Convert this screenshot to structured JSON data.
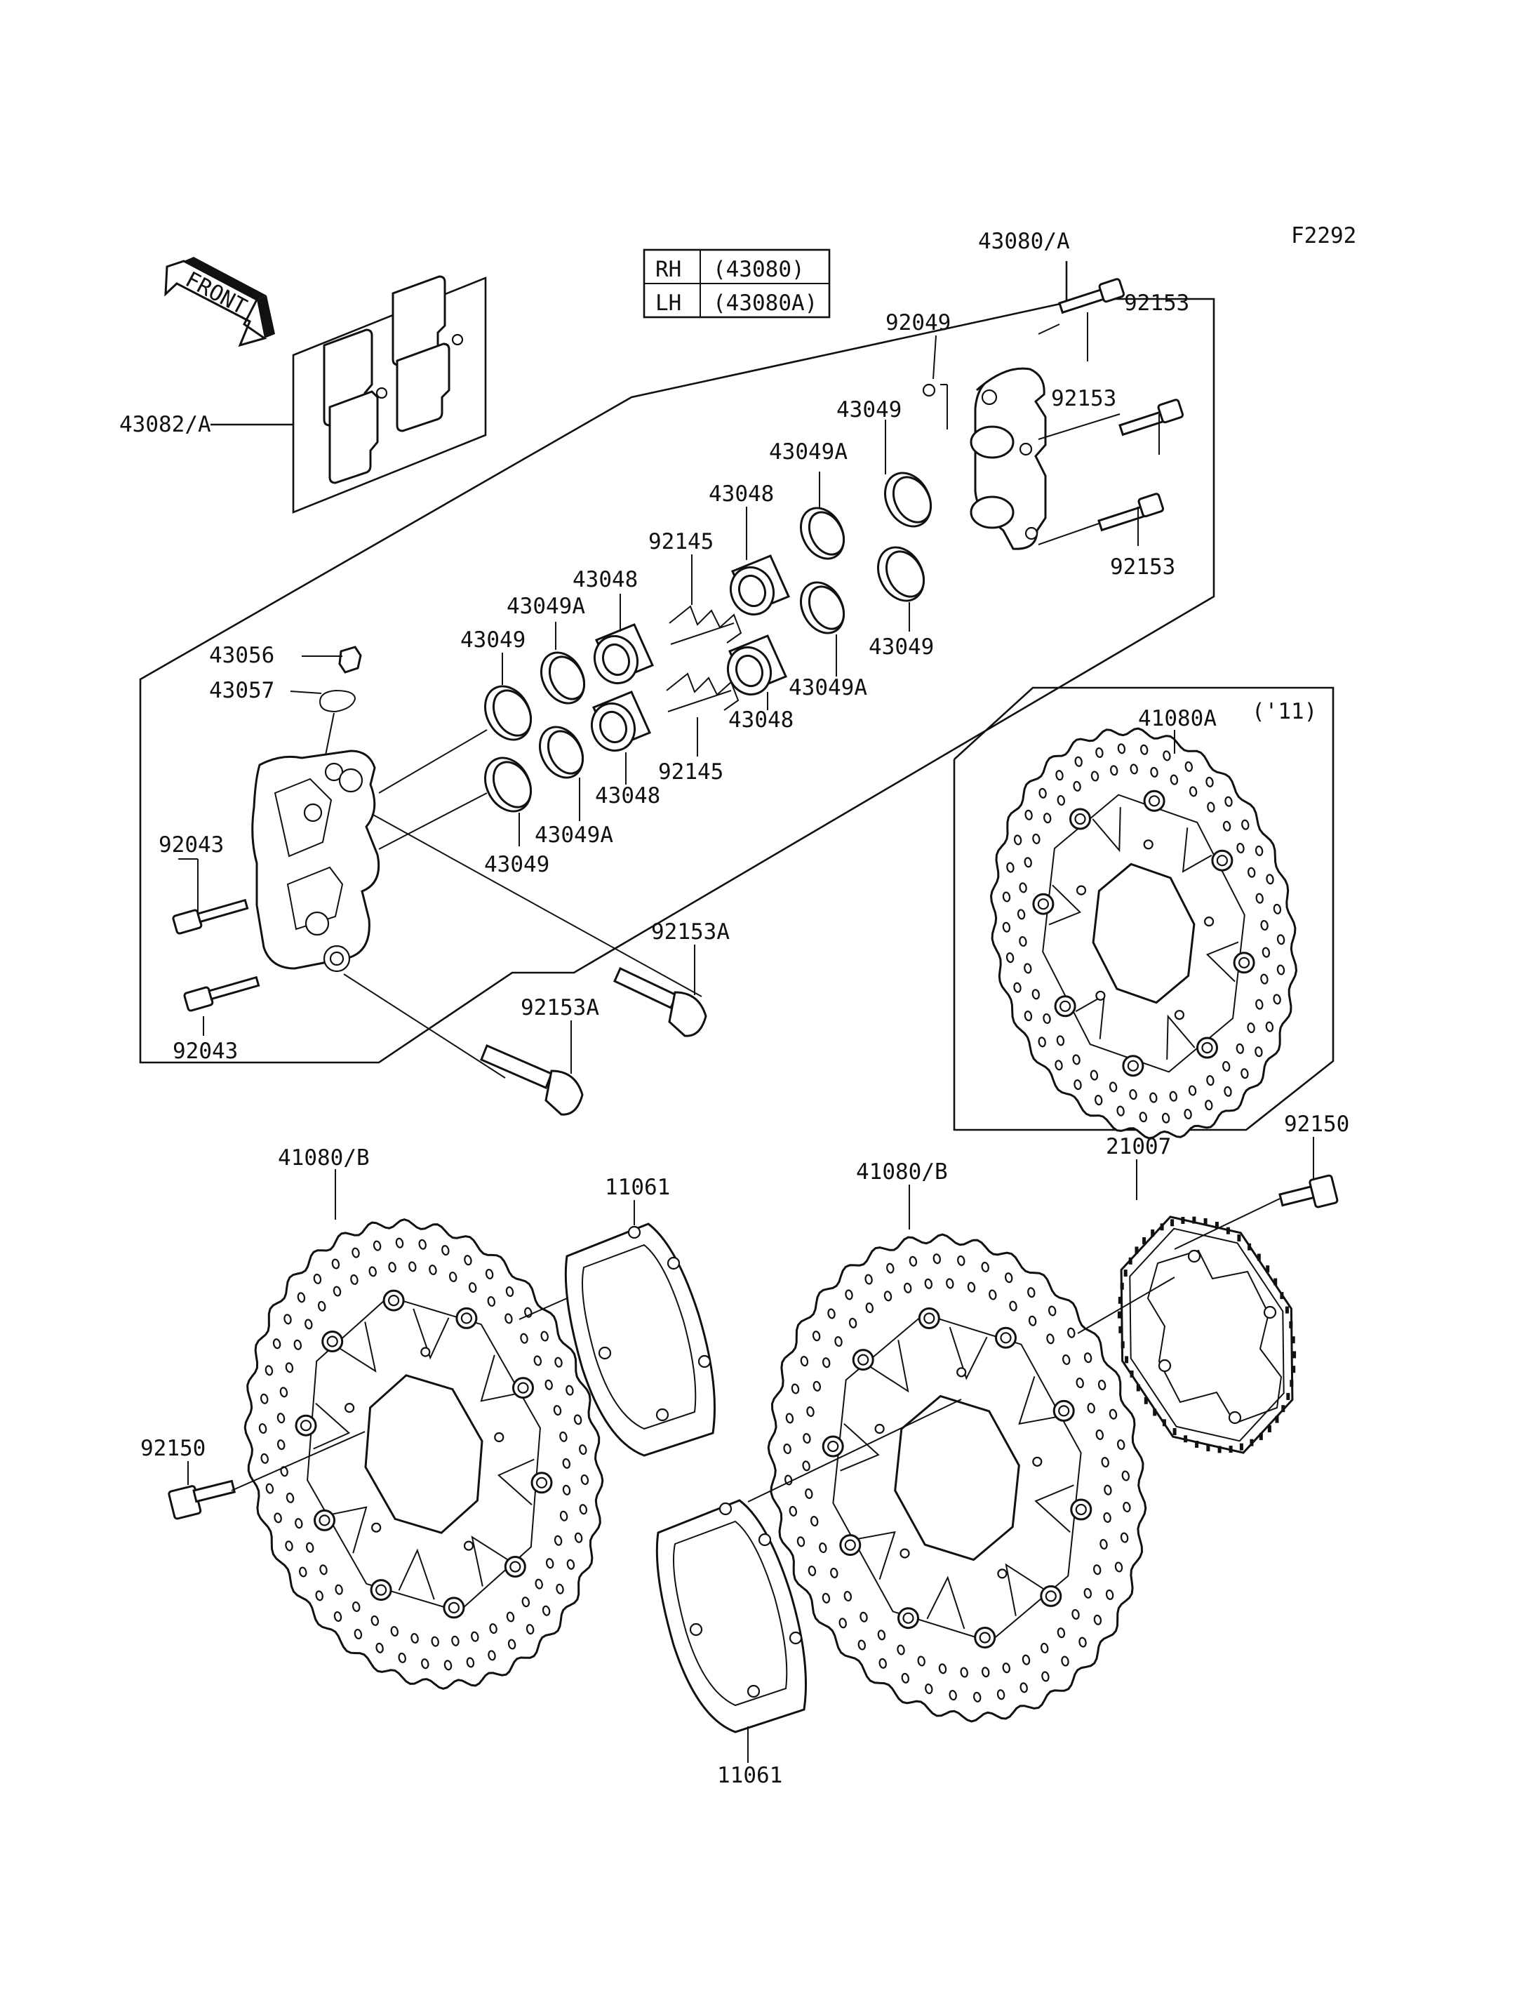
{
  "figure_code": "F2292",
  "front_label": "FRONT",
  "variant_table": {
    "rows": [
      {
        "side": "RH",
        "part": "(43080)"
      },
      {
        "side": "LH",
        "part": "(43080A)"
      }
    ]
  },
  "year_note": "('11)",
  "callouts": [
    {
      "id": "caliper-assy",
      "text": "43080/A"
    },
    {
      "id": "pad-set",
      "text": "43082/A"
    },
    {
      "id": "washer-92049",
      "text": "92049"
    },
    {
      "id": "bolt-92153-top",
      "text": "92153"
    },
    {
      "id": "bolt-92153-mid",
      "text": "92153"
    },
    {
      "id": "bolt-92153-low",
      "text": "92153"
    },
    {
      "id": "seal-43049-a",
      "text": "43049"
    },
    {
      "id": "seal-43049a-a",
      "text": "43049A"
    },
    {
      "id": "piston-43048-a",
      "text": "43048"
    },
    {
      "id": "spring-92145-a",
      "text": "92145"
    },
    {
      "id": "piston-43048-b",
      "text": "43048"
    },
    {
      "id": "seal-43049a-b",
      "text": "43049A"
    },
    {
      "id": "seal-43049-b",
      "text": "43049"
    },
    {
      "id": "seal-43049-c",
      "text": "43049"
    },
    {
      "id": "seal-43049a-c",
      "text": "43049A"
    },
    {
      "id": "piston-43048-c",
      "text": "43048"
    },
    {
      "id": "bleeder-43056",
      "text": "43056"
    },
    {
      "id": "cap-43057",
      "text": "43057"
    },
    {
      "id": "piston-43048-d",
      "text": "43048"
    },
    {
      "id": "spring-92145-b",
      "text": "92145"
    },
    {
      "id": "seal-43049a-d",
      "text": "43049A"
    },
    {
      "id": "seal-43049-d",
      "text": "43049"
    },
    {
      "id": "bolt-92043-a",
      "text": "92043"
    },
    {
      "id": "bolt-92043-b",
      "text": "92043"
    },
    {
      "id": "bolt-92153a-a",
      "text": "92153A"
    },
    {
      "id": "bolt-92153a-b",
      "text": "92153A"
    },
    {
      "id": "disc-41080a",
      "text": "41080A"
    },
    {
      "id": "disc-41080b-left",
      "text": "41080/B"
    },
    {
      "id": "shim-11061-top",
      "text": "11061"
    },
    {
      "id": "disc-41080b-right",
      "text": "41080/B"
    },
    {
      "id": "sensor-ring-21007",
      "text": "21007"
    },
    {
      "id": "bolt-92150-right",
      "text": "92150"
    },
    {
      "id": "bolt-92150-left",
      "text": "92150"
    },
    {
      "id": "shim-11061-bottom",
      "text": "11061"
    }
  ]
}
